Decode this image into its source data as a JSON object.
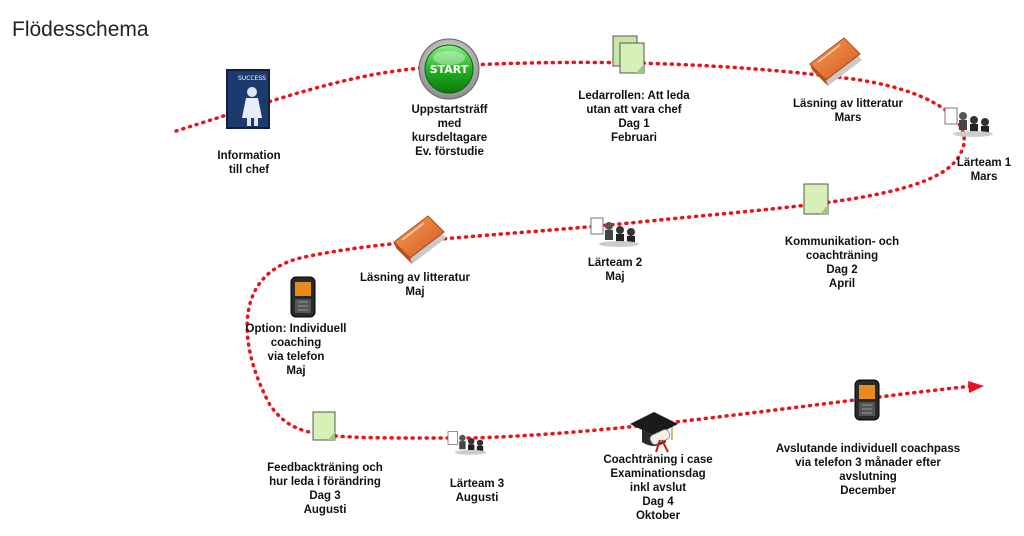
{
  "title": "Flödesschema",
  "colors": {
    "path": "#e8141c",
    "start_button": "#2fbf2f",
    "book": "#e8702a",
    "doc": "#d6f0b8"
  },
  "steps": [
    {
      "icon": "poster-image-icon",
      "lines": [
        "Information",
        "till chef"
      ]
    },
    {
      "icon": "start-button-icon",
      "text": "START",
      "lines": [
        "Uppstartsträff",
        "med",
        "kursdeltagare",
        "Ev. förstudie"
      ]
    },
    {
      "icon": "documents-icon",
      "lines": [
        "Ledarrollen: Att leda",
        "utan att vara chef",
        "Dag 1",
        "Februari"
      ]
    },
    {
      "icon": "book-icon",
      "lines": [
        "Läsning av litteratur",
        "Mars"
      ]
    },
    {
      "icon": "meeting-icon",
      "lines": [
        "Lärteam 1",
        "Mars"
      ]
    },
    {
      "icon": "document-icon",
      "lines": [
        "Kommunikation- och",
        "coachträning",
        "Dag 2",
        "April"
      ]
    },
    {
      "icon": "meeting-icon",
      "lines": [
        "Lärteam 2",
        "Maj"
      ]
    },
    {
      "icon": "book-icon",
      "lines": [
        "Läsning av litteratur",
        "Maj"
      ]
    },
    {
      "icon": "phone-icon",
      "lines": [
        "Option: Individuell",
        "coaching",
        "via telefon",
        "Maj"
      ]
    },
    {
      "icon": "document-icon",
      "lines": [
        "Feedbackträning och",
        "hur leda i förändring",
        "Dag 3",
        "Augusti"
      ]
    },
    {
      "icon": "meeting-icon",
      "lines": [
        "Lärteam 3",
        "Augusti"
      ]
    },
    {
      "icon": "graduation-cap-icon",
      "lines": [
        "Coachträning i case",
        "Examinationsdag",
        "inkl avslut",
        "Dag 4",
        "Oktober"
      ]
    },
    {
      "icon": "phone-icon",
      "lines": [
        "Avslutande individuell coachpass",
        "via telefon 3 månader efter",
        "avslutning",
        "December"
      ]
    }
  ]
}
